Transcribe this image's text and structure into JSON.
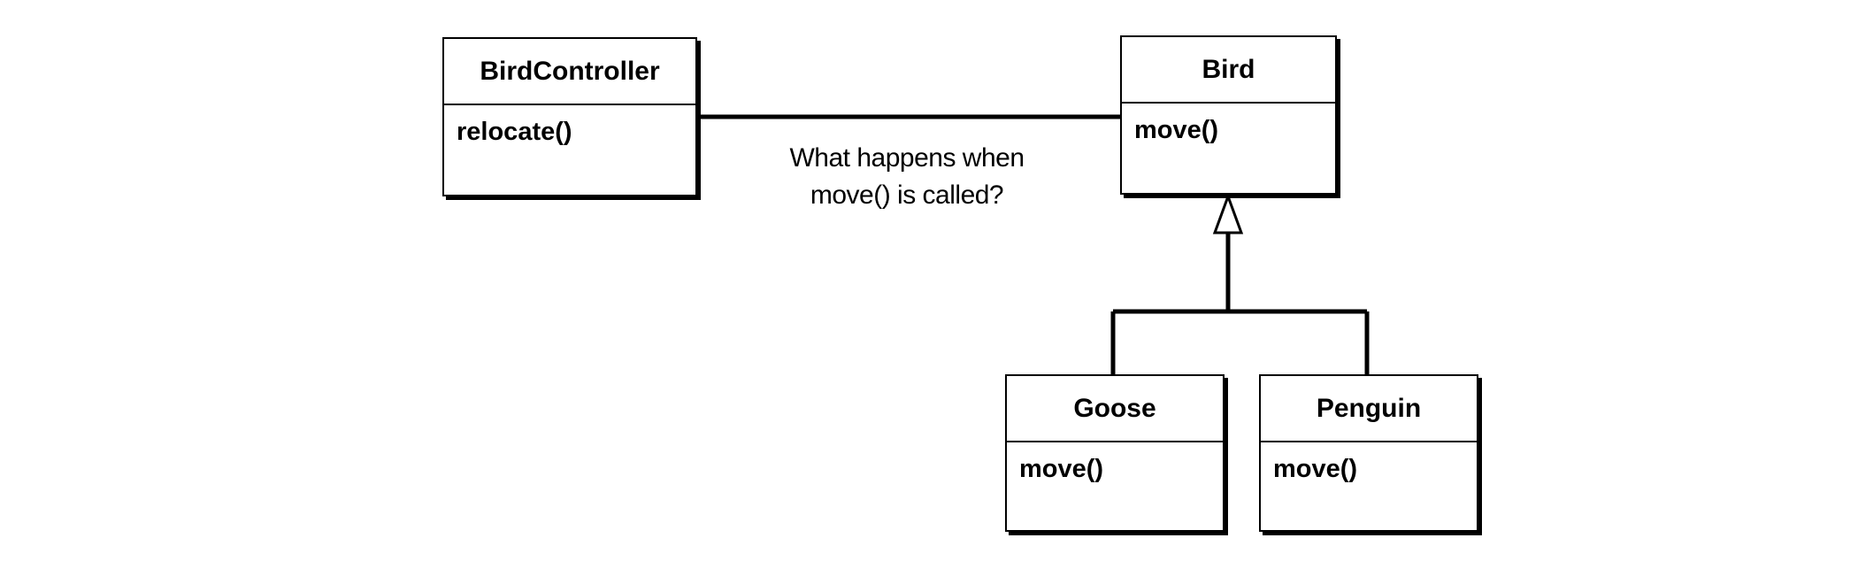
{
  "classes": {
    "bird_controller": {
      "name": "BirdController",
      "methods": [
        "relocate()"
      ]
    },
    "bird": {
      "name": "Bird",
      "methods": [
        "move()"
      ]
    },
    "goose": {
      "name": "Goose",
      "methods": [
        "move()"
      ]
    },
    "penguin": {
      "name": "Penguin",
      "methods": [
        "move()"
      ]
    }
  },
  "association": {
    "from": "BirdController",
    "to": "Bird",
    "note": [
      "What happens when",
      "move() is called?"
    ]
  },
  "generalization": {
    "parent": "Bird",
    "children": [
      "Goose",
      "Penguin"
    ]
  },
  "colors": {
    "line": "#000000",
    "fill": "#ffffff"
  }
}
